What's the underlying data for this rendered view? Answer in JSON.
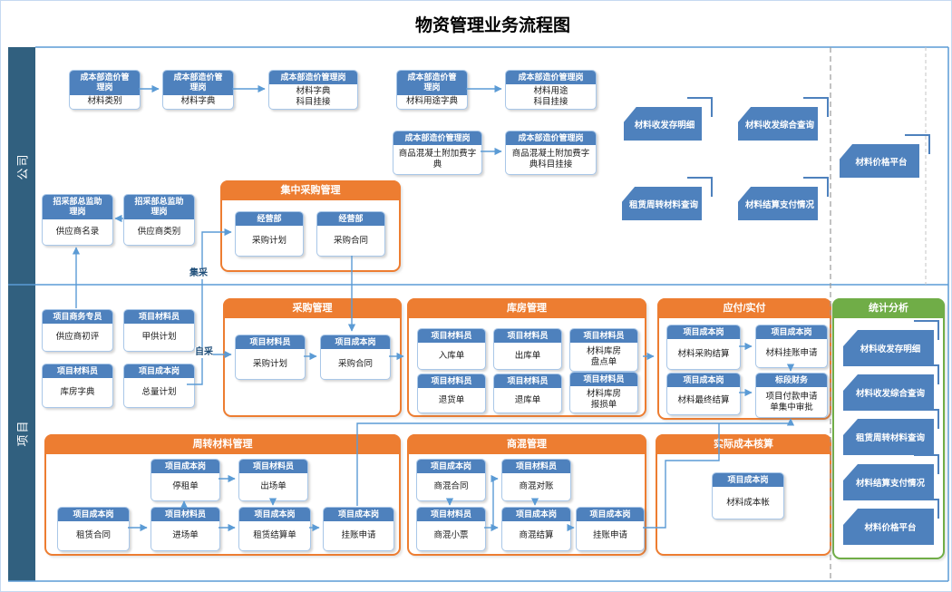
{
  "title": "物资管理业务流程图",
  "bands": {
    "company": "公司",
    "project": "项目"
  },
  "flow_labels": {
    "centralized": "集采",
    "self_purchase": "自采"
  },
  "groups": {
    "central_purchase": "集中采购管理",
    "purchase": "采购管理",
    "warehouse": "库房管理",
    "payable": "应付/实付",
    "stats": "统计分析",
    "turnover": "周转材料管理",
    "concrete": "商混管理",
    "actual_cost": "实际成本核算"
  },
  "nodes": {
    "b1": {
      "header": "成本部造价管\n理岗",
      "body": "材料类别"
    },
    "b2": {
      "header": "成本部造价管\n理岗",
      "body": "材料字典"
    },
    "b3": {
      "header": "成本部造价管理岗",
      "body": "材料字典\n科目挂接"
    },
    "b4": {
      "header": "成本部造价管\n理岗",
      "body": "材料用途字典"
    },
    "b5": {
      "header": "成本部造价管理岗",
      "body": "材料用途\n科目挂接"
    },
    "b6": {
      "header": "成本部造价管理岗",
      "body": "商品混凝土附加费字\n典"
    },
    "b7": {
      "header": "成本部造价管理岗",
      "body": "商品混凝土附加费字\n典科目挂接"
    },
    "b8": {
      "header": "招采部总监助\n理岗",
      "body": "供应商名录"
    },
    "b9": {
      "header": "招采部总监助\n理岗",
      "body": "供应商类别"
    },
    "jy1": {
      "header": "经营部",
      "body": "采购计划"
    },
    "jy2": {
      "header": "经营部",
      "body": "采购合同"
    },
    "p1": {
      "header": "项目商务专员",
      "body": "供应商初评"
    },
    "p2": {
      "header": "项目材料员",
      "body": "甲供计划"
    },
    "p3": {
      "header": "项目材料员",
      "body": "库房字典"
    },
    "p4": {
      "header": "项目成本岗",
      "body": "总量计划"
    },
    "cg1": {
      "header": "项目材料员",
      "body": "采购计划"
    },
    "cg2": {
      "header": "项目成本岗",
      "body": "采购合同"
    },
    "k1": {
      "header": "项目材料员",
      "body": "入库单"
    },
    "k2": {
      "header": "项目材料员",
      "body": "出库单"
    },
    "k3": {
      "header": "项目材料员",
      "body": "材料库房\n盘点单"
    },
    "k4": {
      "header": "项目材料员",
      "body": "退货单"
    },
    "k5": {
      "header": "项目材料员",
      "body": "退库单"
    },
    "k6": {
      "header": "项目材料员",
      "body": "材料库房\n报损单"
    },
    "f1": {
      "header": "项目成本岗",
      "body": "材料采购结算"
    },
    "f2": {
      "header": "项目成本岗",
      "body": "材料挂账申请"
    },
    "f3": {
      "header": "项目成本岗",
      "body": "材料最终结算"
    },
    "f4": {
      "header": "标段财务",
      "body": "项目付款申请\n单集中审批"
    },
    "z1": {
      "header": "项目成本岗",
      "body": "停租单"
    },
    "z2": {
      "header": "项目材料员",
      "body": "出场单"
    },
    "z3": {
      "header": "项目成本岗",
      "body": "租赁合同"
    },
    "z4": {
      "header": "项目材料员",
      "body": "进场单"
    },
    "z5": {
      "header": "项目成本岗",
      "body": "租赁结算单"
    },
    "z6": {
      "header": "项目成本岗",
      "body": "挂账申请"
    },
    "m1": {
      "header": "项目成本岗",
      "body": "商混合同"
    },
    "m2": {
      "header": "项目材料员",
      "body": "商混对账"
    },
    "m3": {
      "header": "项目材料员",
      "body": "商混小票"
    },
    "m4": {
      "header": "项目成本岗",
      "body": "商混结算"
    },
    "m5": {
      "header": "项目成本岗",
      "body": "挂账申请"
    },
    "sj1": {
      "header": "项目成本岗",
      "body": "材料成本帐"
    }
  },
  "reports": {
    "r1": "材料收发存明细",
    "r2": "材料收发综合查询",
    "r3": "租赁周转材料查询",
    "r4": "材料结算支付情况",
    "r5": "材料价格平台",
    "s1": "材料收发存明细",
    "s2": "材料收发综合查询",
    "s3": "租赁周转材料查询",
    "s4": "材料结算支付情况",
    "s5": "材料价格平台"
  },
  "colors": {
    "node_header_blue": "#4E81BD",
    "group_orange": "#ED7D31",
    "stats_green": "#70AD47",
    "side_band_blue": "#31607F",
    "connector_blue": "#5B9BD5",
    "report_shape_blue": "#4E81BD"
  }
}
